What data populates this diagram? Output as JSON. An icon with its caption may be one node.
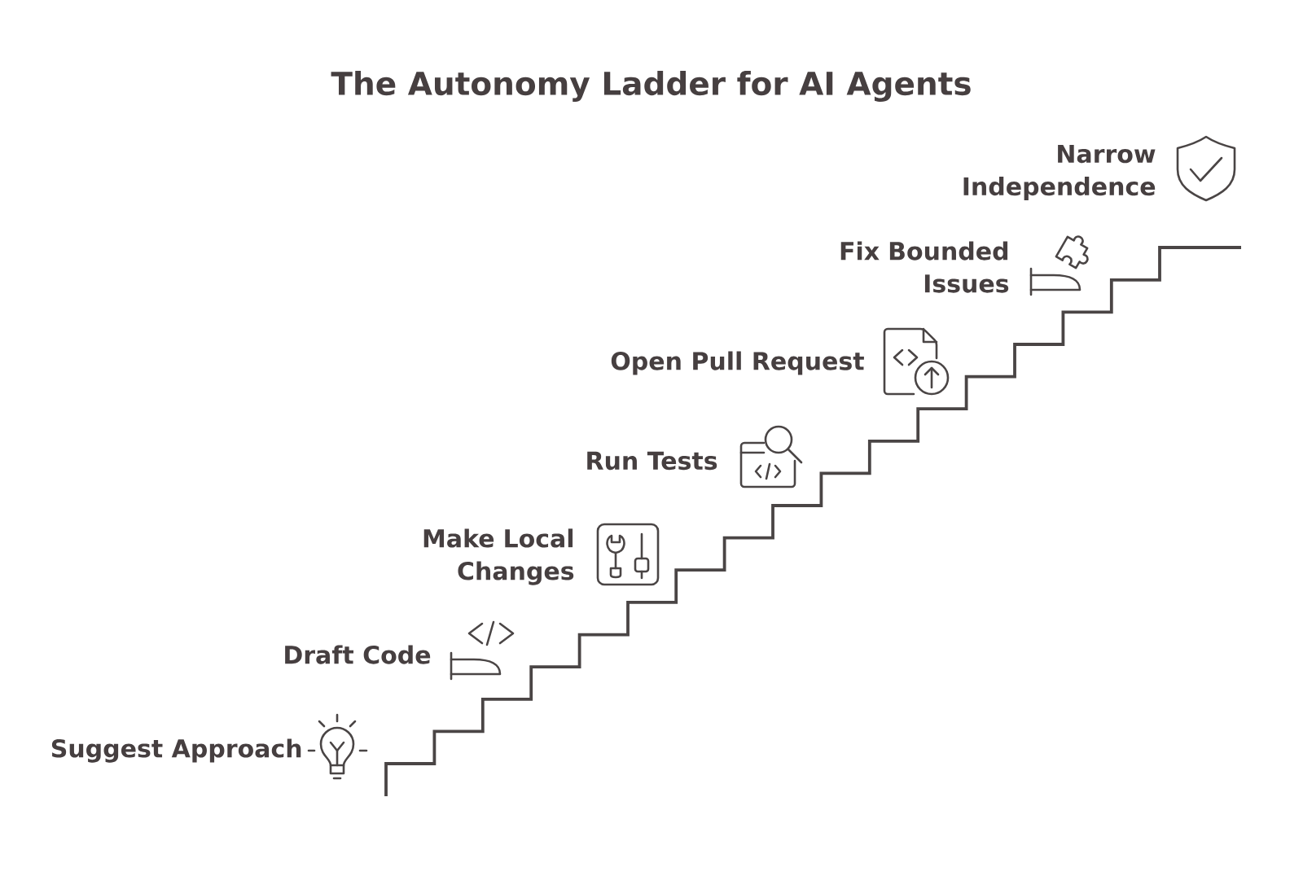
{
  "diagram": {
    "title": "The Autonomy Ladder for AI Agents",
    "labels": [
      "Narrow Independence",
      "Fix Bounded Issues",
      "Open Pull Request",
      "Run Tests",
      "Make Local Changes",
      "Draft Code",
      "Suggest Approach"
    ]
  }
}
